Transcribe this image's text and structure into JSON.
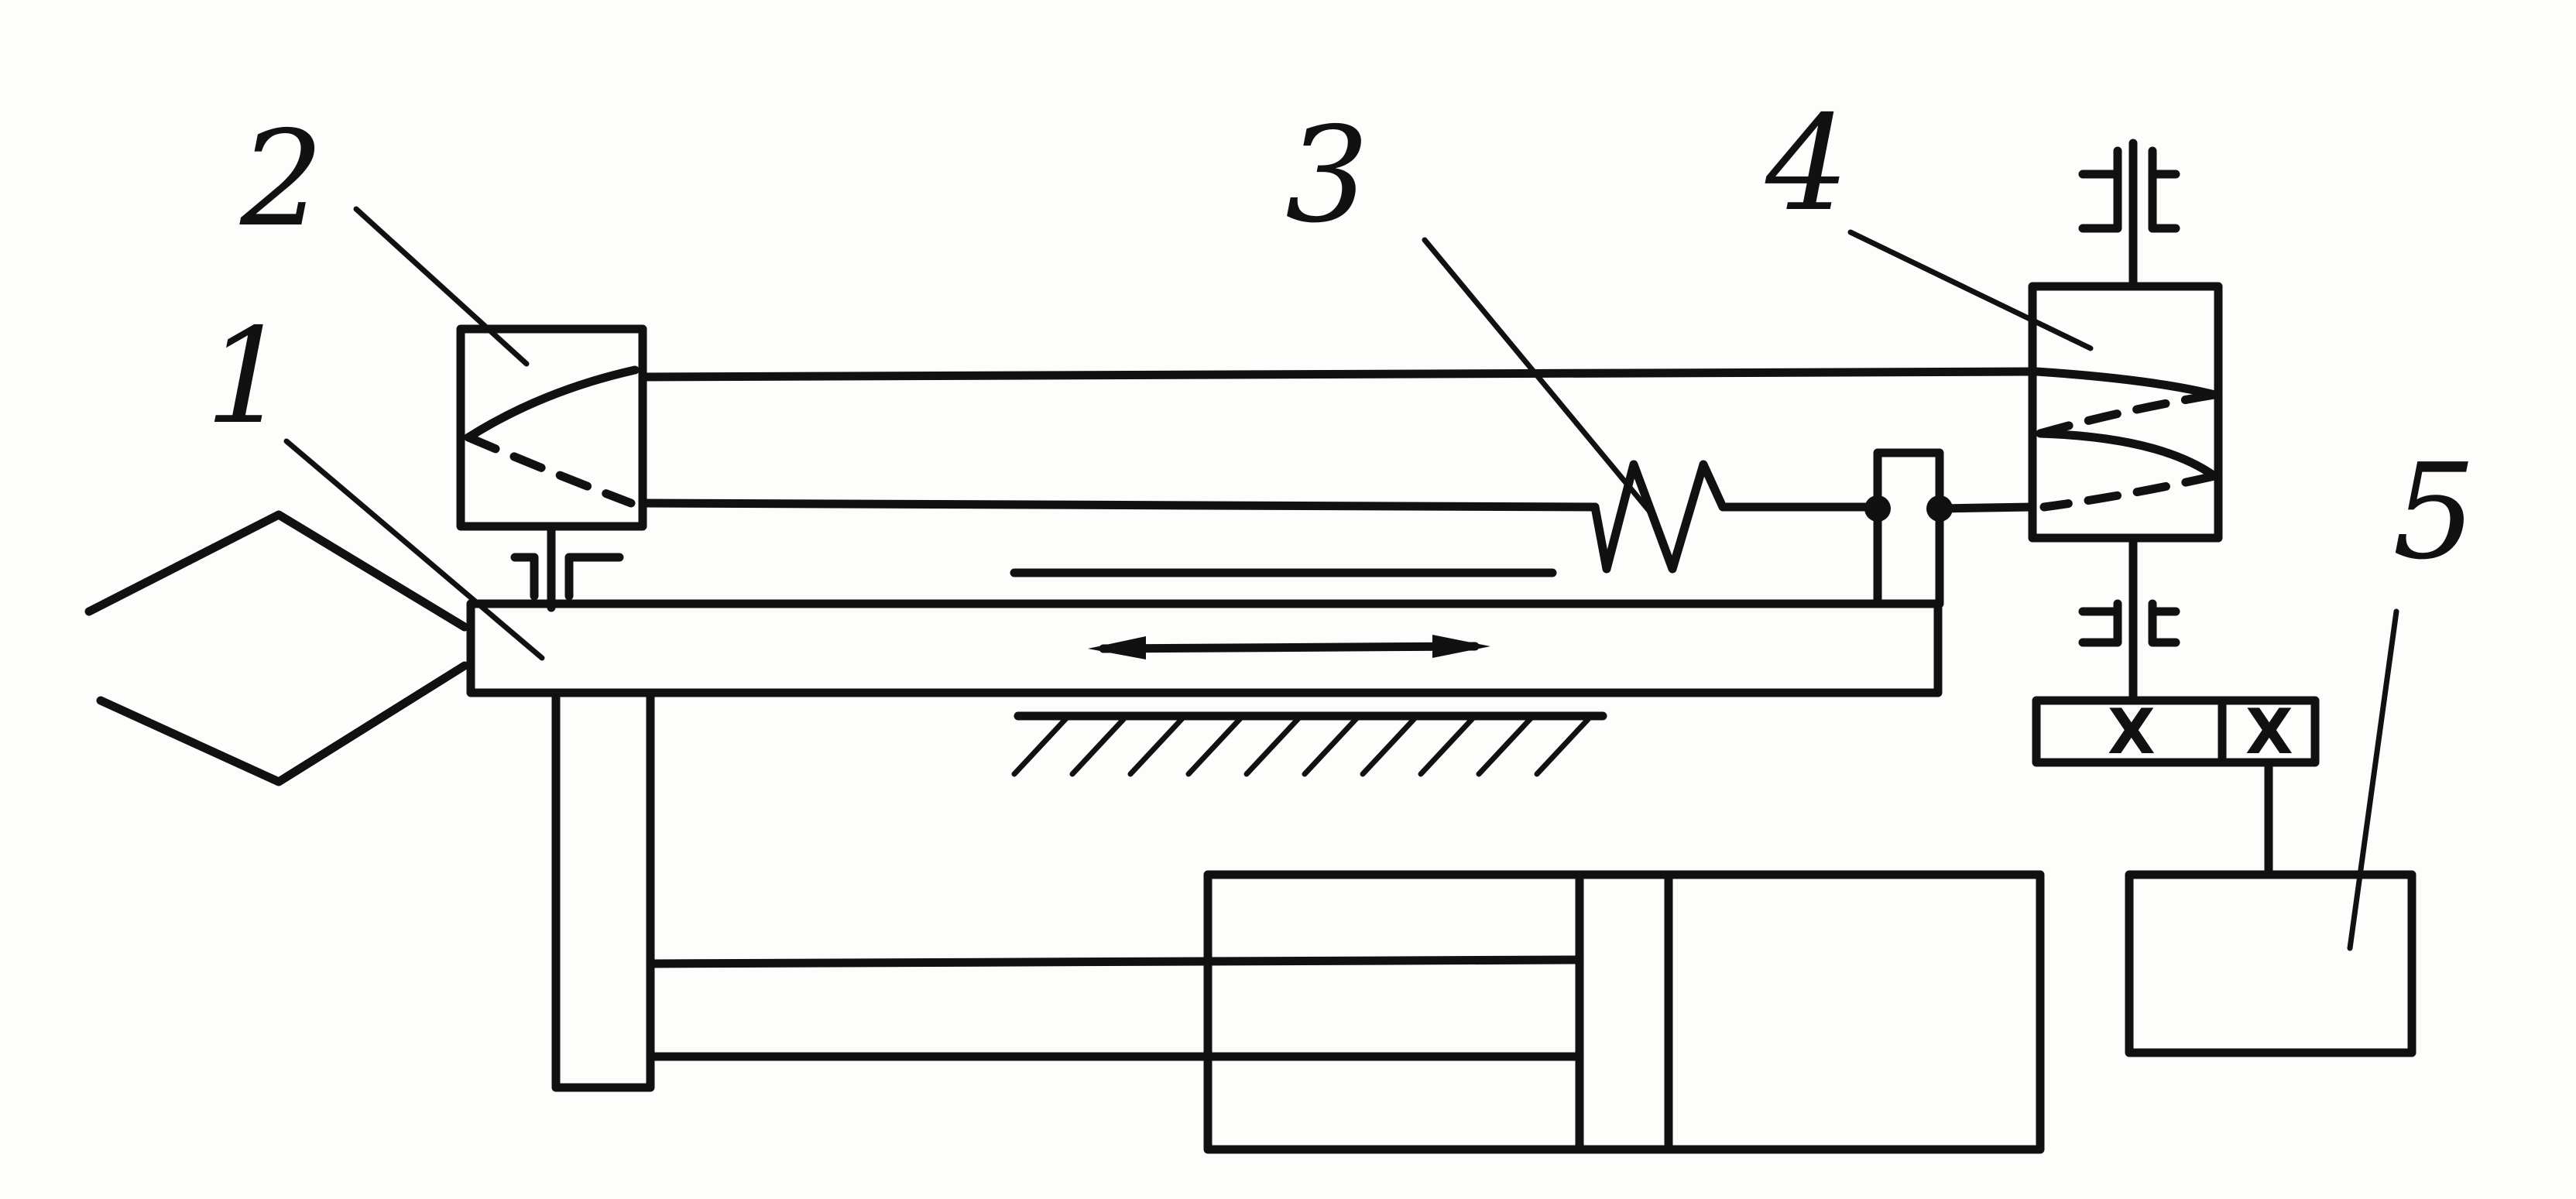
{
  "labels": {
    "part1": "1",
    "part2": "2",
    "part3": "3",
    "part4": "4",
    "part5": "5"
  },
  "gear_marks": {
    "left": "X",
    "right": "X"
  },
  "colors": {
    "ink": "#111111",
    "paper": "#fdfdfb"
  }
}
